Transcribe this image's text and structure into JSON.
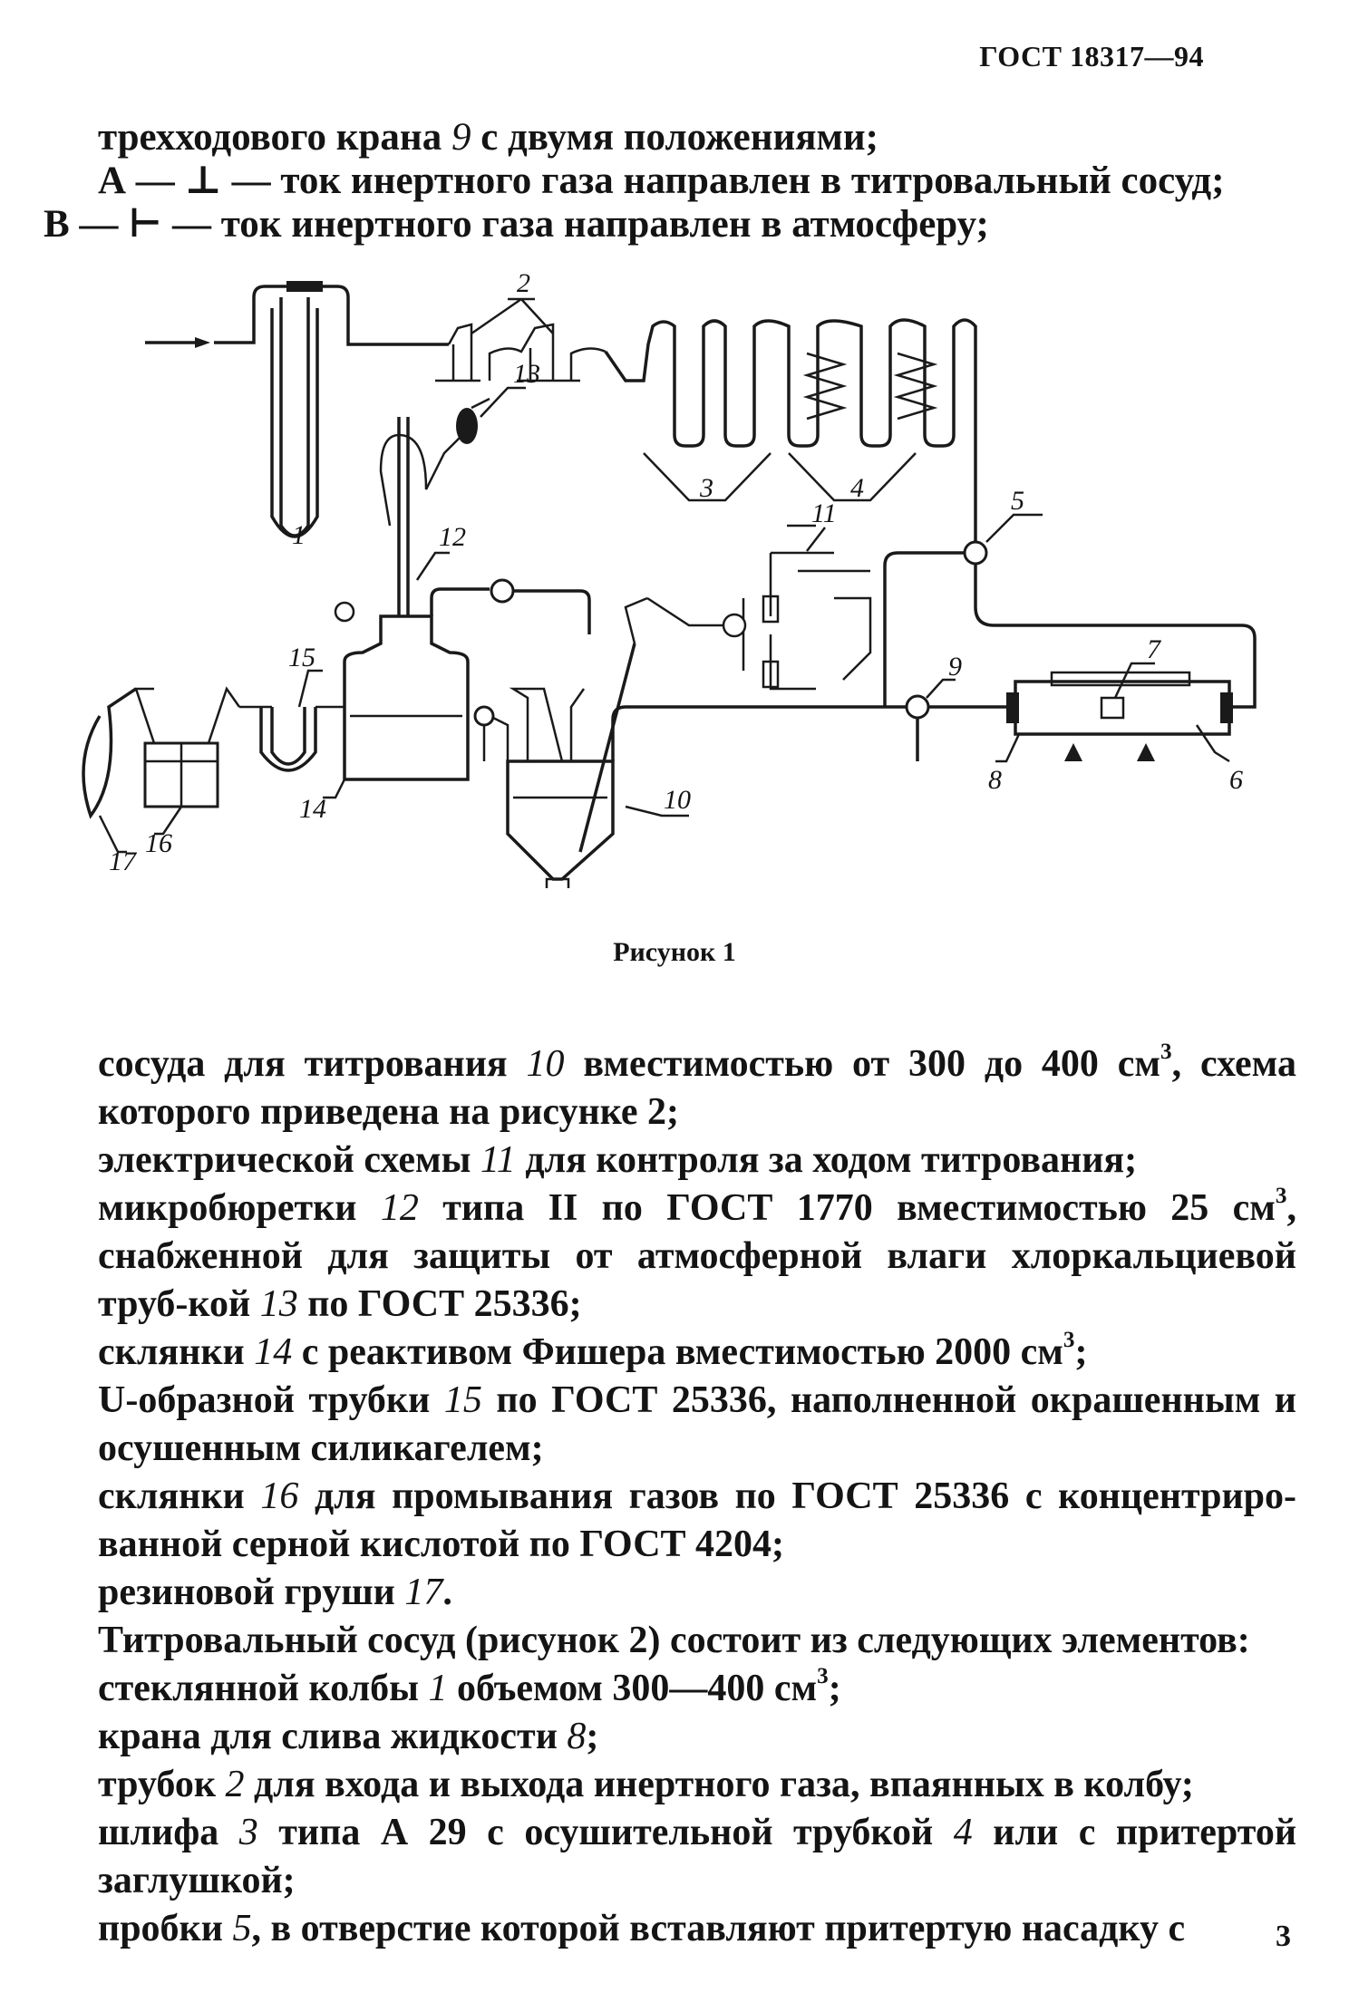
{
  "header": {
    "standard": "ГОСТ 18317—94"
  },
  "top_lines": {
    "l1_pre": "трехходового крана ",
    "l1_num": "9",
    "l1_post": " с двумя положениями;",
    "l2": "А — ⊥ — ток инертного  газа  направлен  в титровальный сосуд;",
    "l3": "В — ⊢ — ток инертного газа направлен в атмосферу;"
  },
  "figure": {
    "caption": "Рисунок 1",
    "labels": [
      "1",
      "2",
      "3",
      "4",
      "5",
      "6",
      "7",
      "8",
      "9",
      "10",
      "11",
      "12",
      "13",
      "14",
      "15",
      "16",
      "17"
    ]
  },
  "body": {
    "p1a": "сосуда для титрования ",
    "p1n": "10",
    "p1b": " вместимостью от 300 до 400 см",
    "p1s": "3",
    "p1c": ", схема которого приведена на рисунке 2;",
    "p2a": "электрической схемы ",
    "p2n": "11",
    "p2b": " для контроля за ходом титрования;",
    "p3a": "микробюретки ",
    "p3n": "12",
    "p3b": " типа II по ГОСТ 1770 вместимостью 25 см",
    "p3s": "3",
    "p3c": ", снабженной для защиты от атмосферной влаги хлоркальциевой труб-кой ",
    "p3n2": "13",
    "p3d": " по ГОСТ 25336;",
    "p4a": "склянки ",
    "p4n": "14",
    "p4b": " с реактивом Фишера вместимостью 2000 см",
    "p4s": "3",
    "p4c": ";",
    "p5a": "U-образной трубки ",
    "p5n": "15",
    "p5b": " по ГОСТ 25336, наполненной окрашенным и осушенным силикагелем;",
    "p6a": "склянки ",
    "p6n": "16",
    "p6b": " для промывания газов по ГОСТ 25336 с концентриро-ванной серной кислотой по ГОСТ 4204;",
    "p7a": "резиновой груши ",
    "p7n": "17",
    "p7b": ".",
    "p8": "Титровальный сосуд (рисунок 2) состоит из следующих элементов:",
    "p9a": "стеклянной колбы ",
    "p9n": "1",
    "p9b": " объемом 300—400 см",
    "p9s": "3",
    "p9c": ";",
    "p10a": "крана для слива жидкости ",
    "p10n": "8",
    "p10b": ";",
    "p11a": "трубок ",
    "p11n": "2",
    "p11b": " для входа и выхода инертного газа, впаянных в колбу;",
    "p12a": "шлифа ",
    "p12n": "3",
    "p12b": " типа А 29 с осушительной трубкой ",
    "p12n2": "4",
    "p12c": " или с притертой заглушкой;",
    "p13a": "пробки ",
    "p13n": "5",
    "p13b": ", в отверстие которой вставляют притертую насадку с"
  },
  "page_number": "3"
}
